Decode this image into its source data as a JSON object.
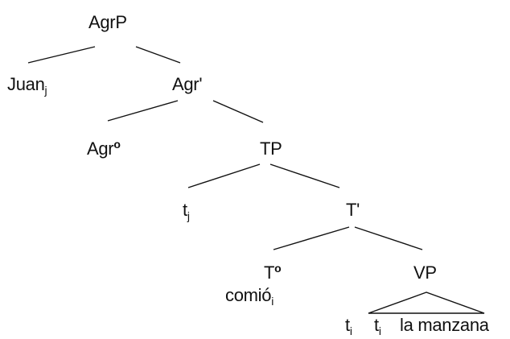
{
  "nodes": {
    "agrp": "AgrP",
    "juan": {
      "text": "Juan",
      "sub": "j"
    },
    "agr_bar": "Agr'",
    "agr_head": {
      "text": "Agr",
      "sup": "o"
    },
    "tp": "TP",
    "tj": {
      "text": "t",
      "sub": "j"
    },
    "t_bar": "T'",
    "t_head": {
      "text": "T",
      "sup": "o"
    },
    "comio": {
      "text": "comió",
      "sub": "i"
    },
    "vp": "VP",
    "ti_1": {
      "text": "t",
      "sub": "i"
    },
    "ti_2": {
      "text": "t",
      "sub": "i"
    },
    "la_manzana": "la manzana"
  }
}
